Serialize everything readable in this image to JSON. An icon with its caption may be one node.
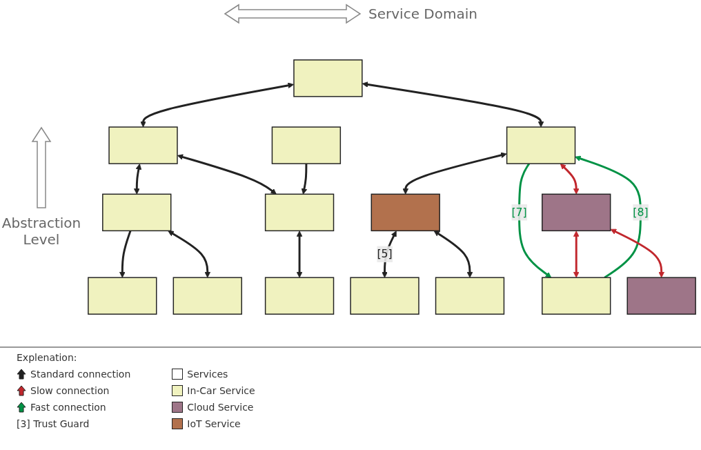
{
  "diagram": {
    "nodes": [
      {
        "text": [],
        "shape": "box"
      },
      {
        "text": [],
        "shape": "box"
      },
      {
        "text": [],
        "shape": "box"
      },
      {
        "text": [],
        "shape": "box"
      },
      {
        "text": [],
        "shape": "box"
      },
      {
        "text": [],
        "shape": "box"
      },
      {
        "text": [],
        "shape": "box"
      },
      {
        "text": [],
        "shape": "box"
      },
      {
        "text": [],
        "shape": "box"
      },
      {
        "text": [],
        "shape": "box"
      },
      {
        "text": [],
        "shape": "box"
      },
      {
        "text": [],
        "shape": "box"
      },
      {
        "text": [],
        "shape": "box"
      },
      {
        "text": [],
        "shape": "box"
      },
      {
        "text": [],
        "shape": "box"
      }
    ],
    "edges": [
      {
        "from": 0,
        "to": 1,
        "arrow": "both"
      },
      {
        "from": 0,
        "to": 2,
        "arrow": "both"
      },
      {
        "from": 1,
        "to": 3,
        "arrow": "both"
      },
      {
        "from": 1,
        "to": 4,
        "arrow": "both"
      },
      {
        "from": 2,
        "to": 5,
        "arrow": "both"
      },
      {
        "from": 13,
        "to": 2,
        "arrow": "to",
        "label": "[8]",
        "color": "#009245"
      },
      {
        "from": 2,
        "to": 13,
        "arrow": "to",
        "label": "[7]",
        "color": "#009245"
      },
      {
        "from": 2,
        "to": 6,
        "arrow": "both",
        "color": "#c1272d"
      },
      {
        "from": 3,
        "to": 7,
        "arrow": "to"
      },
      {
        "from": 3,
        "to": 8,
        "arrow": "both"
      },
      {
        "from": 9,
        "to": 4,
        "arrow": "to"
      },
      {
        "from": 4,
        "to": 10,
        "arrow": "both"
      },
      {
        "from": 5,
        "to": 11,
        "arrow": "both",
        "label": "[5]"
      },
      {
        "from": 5,
        "to": 12,
        "arrow": "both"
      },
      {
        "from": 6,
        "to": 13,
        "arrow": "both",
        "color": "#c1272d"
      },
      {
        "from": 6,
        "to": 14,
        "arrow": "both",
        "color": "#c1272d"
      }
    ],
    "labels": [
      "Service Domain",
      "Abstraction Level",
      "Explenation:"
    ],
    "legend": [
      {
        "text": "Standard connection"
      },
      {
        "text": "Slow connection"
      },
      {
        "text": "Fast connection"
      },
      {
        "text": "[3] Trust Guard"
      },
      {
        "text": "Services",
        "color": "#ffffff"
      },
      {
        "text": "In-Car Service",
        "color": "#f0f2bf"
      },
      {
        "text": "Cloud Service",
        "color": "#9e7588"
      },
      {
        "text": "IoT Service",
        "color": "#b2714d"
      }
    ]
  }
}
